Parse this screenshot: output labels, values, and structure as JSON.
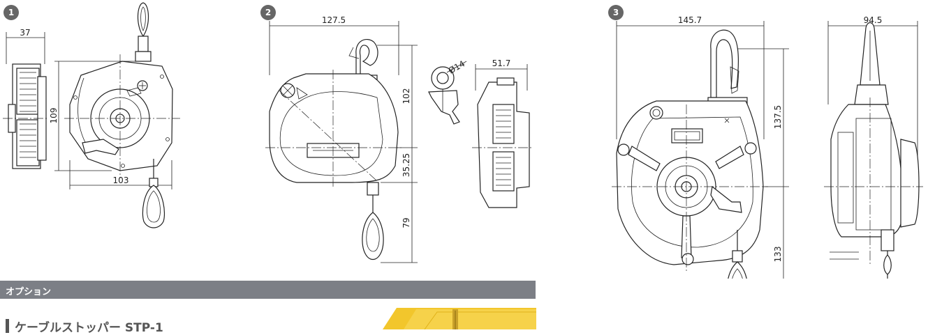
{
  "views": [
    {
      "number": "1",
      "dims": [
        "37",
        "109",
        "103"
      ]
    },
    {
      "number": "2",
      "dims": [
        "127.5",
        "102",
        "35.25",
        "79",
        "Ø14",
        "51.7"
      ]
    },
    {
      "number": "3",
      "dims": [
        "145.7",
        "94.5",
        "137.5",
        "133"
      ]
    }
  ],
  "option": {
    "label": "オプション"
  },
  "cable_heading": {
    "text": "ケーブルストッパー STP-1"
  },
  "colors": {
    "option_bar": "#7c7f86",
    "badge": "#666666",
    "photo_yellow": "#f2c62c"
  }
}
